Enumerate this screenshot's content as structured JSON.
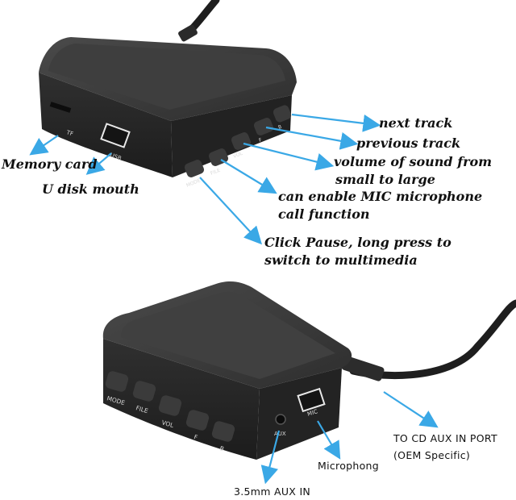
{
  "top_device": {
    "ports": {
      "tf": "TF",
      "usb": "USB"
    },
    "buttons": [
      "MODE",
      "FILE",
      "VOL",
      "F",
      "B"
    ]
  },
  "bottom_device": {
    "buttons": [
      "MODE",
      "FILE",
      "VOL",
      "F",
      "B"
    ],
    "ports": {
      "aux": "AUX",
      "mic": "MIC"
    }
  },
  "callouts": {
    "next_track": "next track",
    "previous_track": "previous track",
    "volume_line1": "volume of sound from",
    "volume_line2": "small to large",
    "mic_line1": "can enable MIC microphone",
    "mic_line2": "call function",
    "pause_line1": "Click Pause, long press to",
    "pause_line2": "switch to multimedia",
    "memory_card": "Memory card",
    "u_disk": "U disk mouth",
    "aux_port_line1": "TO CD AUX IN PORT",
    "aux_port_line2": "(OEM Specific)",
    "microphone": "Microphong",
    "aux_in": "3.5mm AUX IN"
  },
  "colors": {
    "arrow": "#3aa8e6",
    "device": "#2b2b2b",
    "device_top": "#3a3a3a",
    "label": "#111111"
  }
}
